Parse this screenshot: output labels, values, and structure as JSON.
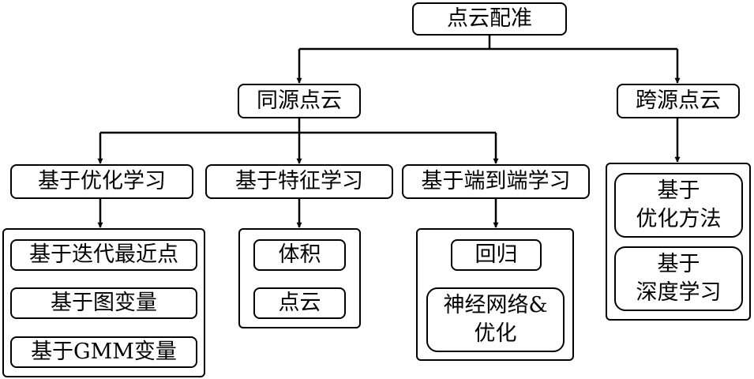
{
  "diagram": {
    "root": "点云配准",
    "same_source": {
      "label": "同源点云",
      "branches": [
        {
          "label": "基于优化学习",
          "items": [
            "基于迭代最近点",
            "基于图变量",
            "基于GMM变量"
          ]
        },
        {
          "label": "基于特征学习",
          "items": [
            "体积",
            "点云"
          ]
        },
        {
          "label": "基于端到端学习",
          "items": [
            "回归",
            "神经网络&\n优化"
          ]
        }
      ]
    },
    "cross_source": {
      "label": "跨源点云",
      "items": [
        "基于\n优化方法",
        "基于\n深度学习"
      ]
    }
  }
}
